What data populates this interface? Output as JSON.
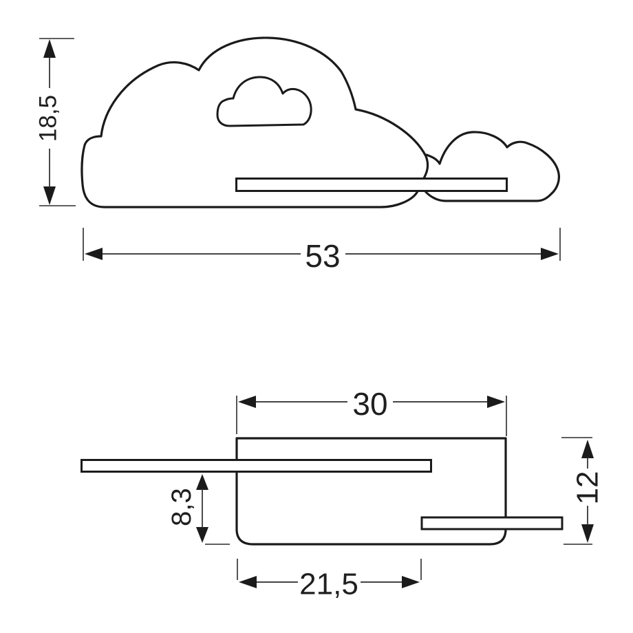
{
  "views": {
    "front": {
      "label": "front-view-of-cloud-lamp-shelf",
      "height_dim": "18,5",
      "width_dim": "53"
    },
    "side": {
      "label": "side-view-of-cloud-lamp-shelf",
      "top_width_dim": "30",
      "height_dim": "12",
      "shelf_offset_dim": "8,3",
      "bottom_width_dim": "21,5"
    }
  },
  "colors": {
    "background": "#ffffff",
    "line": "#1b1b1b",
    "dimension_line": "#2a2a2a"
  }
}
